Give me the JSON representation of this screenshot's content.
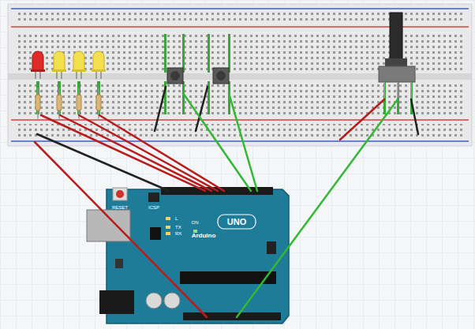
{
  "diagram": {
    "labels": [
      "UNO",
      "Arduino",
      "RESET",
      "ICSP",
      "L",
      "TX",
      "RX",
      "ON"
    ]
  }
}
